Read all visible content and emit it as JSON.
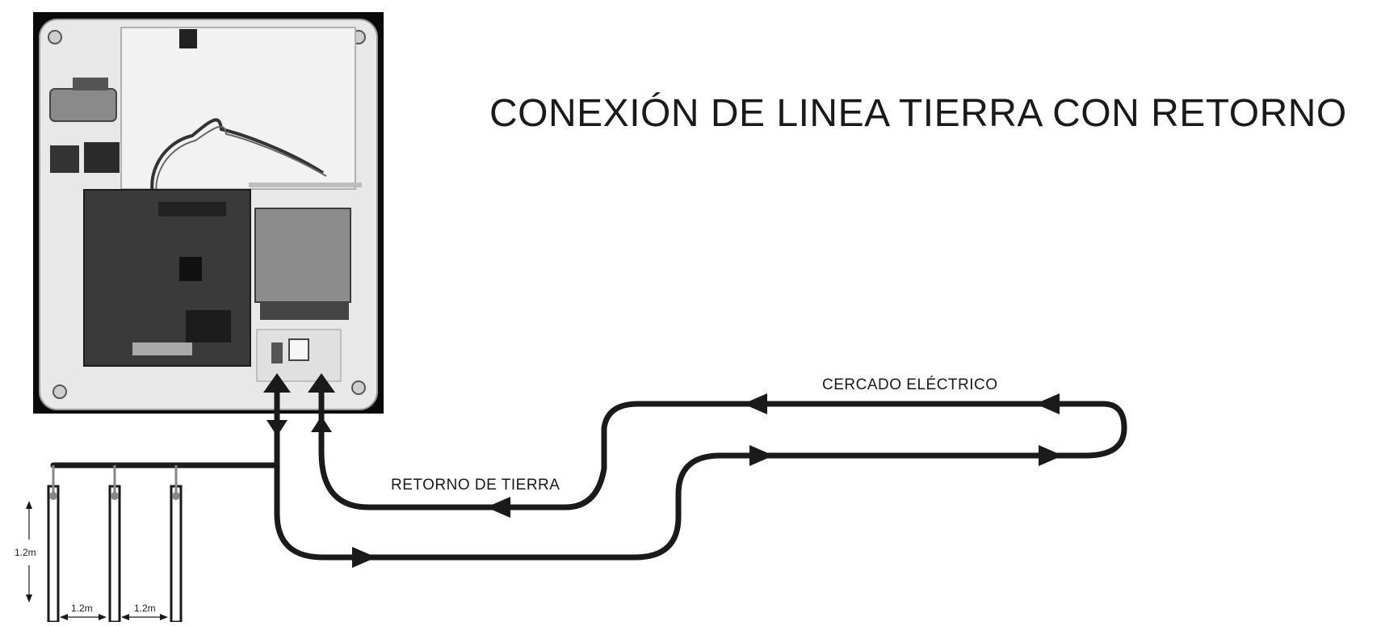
{
  "diagram": {
    "title": "CONEXIÓN DE LINEA TIERRA CON RETORNO",
    "labels": {
      "fence": "CERCADO ELÉCTRICO",
      "ground_return": "RETORNO DE TIERRA"
    },
    "dimensions": {
      "rod_depth": "1.2m",
      "rod_spacing_1": "1.2m",
      "rod_spacing_2": "1.2m"
    },
    "colors": {
      "wire": "#1a1a1a",
      "enclosure": "#e6e6e6",
      "board": "#3a3a3a"
    }
  }
}
